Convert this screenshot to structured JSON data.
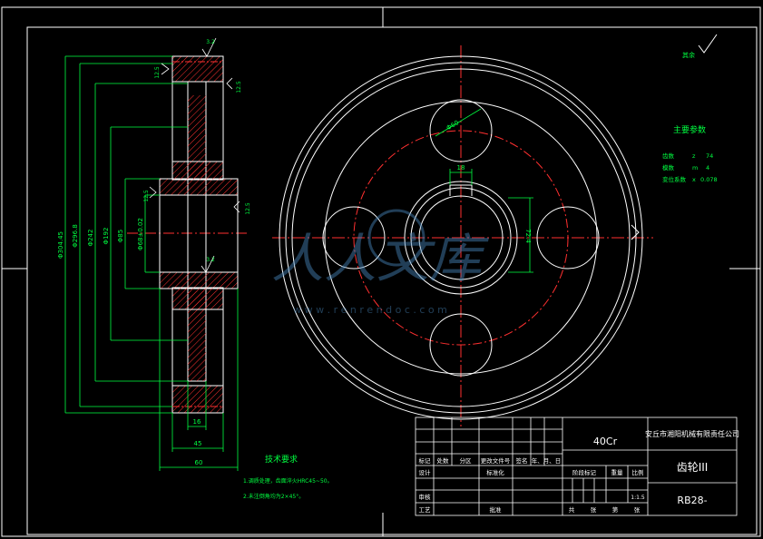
{
  "drawing": {
    "title_block": {
      "material": "40Cr",
      "company": "安丘市湘阳机械有限责任公司",
      "part_name": "齿轮III",
      "drawing_no": "RB28-",
      "scale": "1:1.5",
      "row_labels": [
        "标记",
        "处数",
        "分区",
        "更改文件号",
        "签名",
        "年、月、日"
      ],
      "design_label": "设计",
      "standardize_label": "标准化",
      "stage_label": "阶段标记",
      "weight_label": "重量",
      "scale_label": "比例",
      "review_label": "审核",
      "process_label": "工艺",
      "approve_label": "批准",
      "sheet_labels": [
        "共",
        "张",
        "第",
        "张"
      ]
    },
    "params": {
      "title": "主要参数",
      "rows": [
        {
          "name": "齿数",
          "sym": "z",
          "val": "74"
        },
        {
          "name": "模数",
          "sym": "m",
          "val": "4"
        },
        {
          "name": "变位系数",
          "sym": "x",
          "val": "0.078"
        }
      ]
    },
    "tech": {
      "title": "技术要求",
      "lines": [
        "1.调质处理，齿面淬火HRC45~50。",
        "2.未注倒角均为2×45°。"
      ]
    },
    "surface_note": "其余",
    "watermark": {
      "text": "人人文库",
      "url": "w w w . r e n r e n d o c . c o m"
    },
    "dims": {
      "d1": "Φ304.45",
      "d2": "Φ296.8",
      "d3": "Φ242",
      "d4": "Φ192",
      "d5": "Φ85",
      "d6": "Φ68±0.02",
      "hub": "16",
      "web": "45",
      "width": "60",
      "rough_top": "3.2",
      "rough_a": "12.5",
      "rough_b": "12.5",
      "rough_c": "12.5",
      "rough_d": "12.5",
      "rough_e": "3.2",
      "keyway_w": "18",
      "keyway_h": "72.4",
      "hole_d": "Φ60"
    }
  }
}
